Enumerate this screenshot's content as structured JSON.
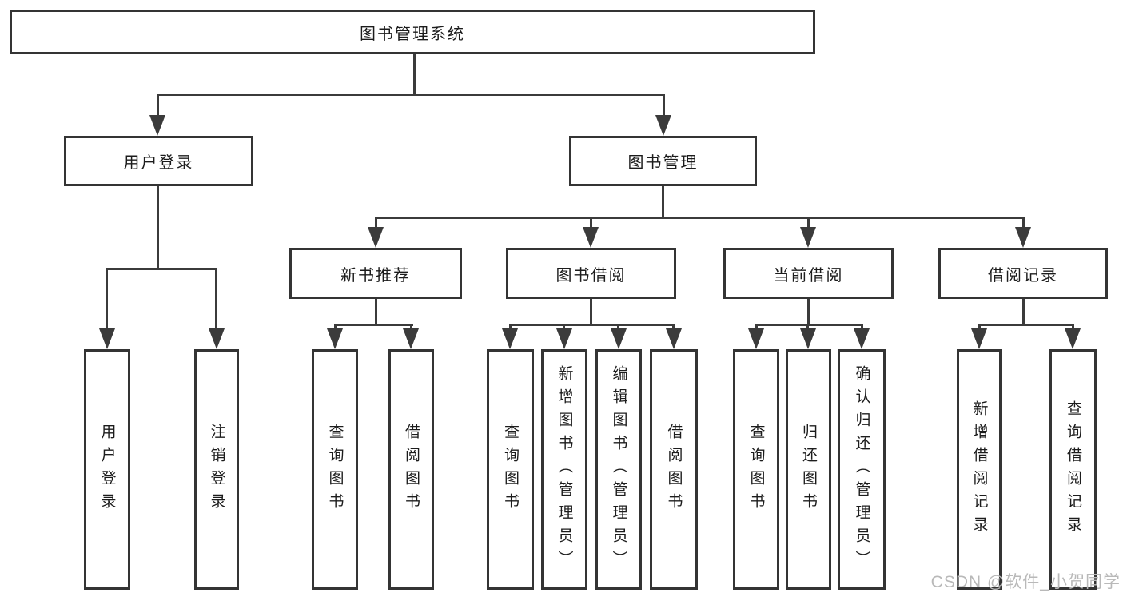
{
  "nodes": {
    "root": "图书管理系统",
    "l2_user_login": "用户登录",
    "l2_book_management": "图书管理",
    "l3_new_book_recommend": "新书推荐",
    "l3_book_borrowing": "图书借阅",
    "l3_current_borrowing": "当前借阅",
    "l3_borrowing_records": "借阅记录",
    "leaf_user_login": "用户登录",
    "leaf_logout_login": "注销登录",
    "leaf_nbr_query_books": "查询图书",
    "leaf_nbr_borrow_books": "借阅图书",
    "leaf_bb_query_books": "查询图书",
    "leaf_bb_add_books_admin": "新增图书（管理员）",
    "leaf_bb_edit_books_admin": "编辑图书（管理员）",
    "leaf_bb_borrow_books": "借阅图书",
    "leaf_cb_query_books": "查询图书",
    "leaf_cb_return_books": "归还图书",
    "leaf_cb_confirm_return_admin": "确认归还（管理员）",
    "leaf_br_add_record": "新增借阅记录",
    "leaf_br_query_record": "查询借阅记录"
  },
  "watermark": "CSDN @软件_小贺同学",
  "colors": {
    "line": "#3b3b3b",
    "border": "#343434",
    "text": "#1c1c1c",
    "background": "#ffffff",
    "watermark": "#b9b9b9"
  }
}
